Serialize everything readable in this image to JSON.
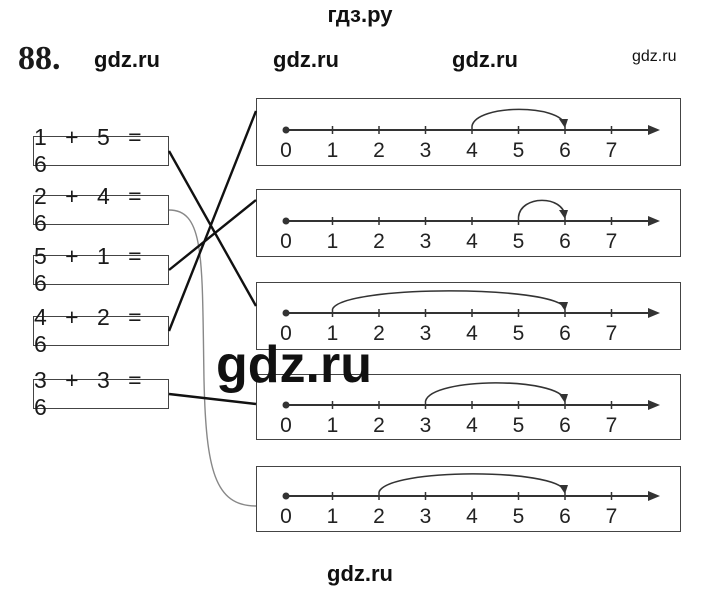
{
  "watermarks": {
    "top": "гдз.ру",
    "row": [
      "gdz.ru",
      "gdz.ru",
      "gdz.ru",
      "gdz.ru"
    ],
    "big": "gdz.ru",
    "bottom": "gdz.ru"
  },
  "task": {
    "number": "88.",
    "equations": [
      {
        "text": "1 + 5 = 6",
        "start": 1,
        "step": 5,
        "matches_line": 3
      },
      {
        "text": "2 + 4 = 6",
        "start": 2,
        "step": 4,
        "matches_line": 5
      },
      {
        "text": "5 + 1 = 6",
        "start": 5,
        "step": 1,
        "matches_line": 2
      },
      {
        "text": "4 + 2 = 6",
        "start": 4,
        "step": 2,
        "matches_line": 1
      },
      {
        "text": "3 + 3 = 6",
        "start": 3,
        "step": 3,
        "matches_line": 4
      }
    ],
    "tick_labels": [
      "0",
      "1",
      "2",
      "3",
      "4",
      "5",
      "6",
      "7"
    ],
    "number_lines": [
      {
        "jump_from": 4,
        "jump_to": 6
      },
      {
        "jump_from": 5,
        "jump_to": 6
      },
      {
        "jump_from": 1,
        "jump_to": 6
      },
      {
        "jump_from": 3,
        "jump_to": 6
      },
      {
        "jump_from": 2,
        "jump_to": 6
      }
    ]
  }
}
